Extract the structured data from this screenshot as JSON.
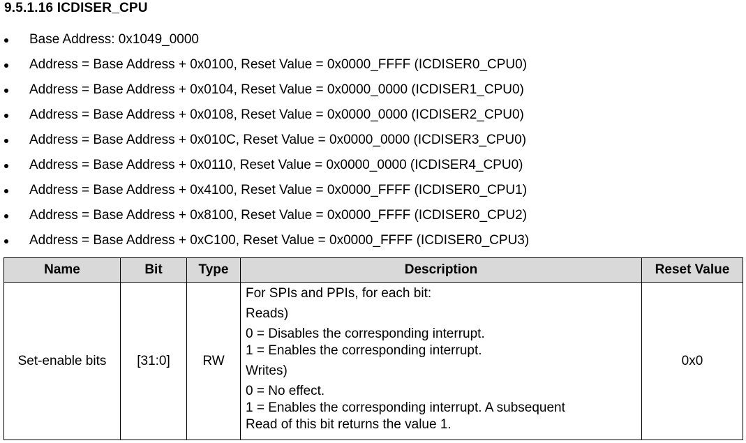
{
  "section_title": "9.5.1.16 ICDISER_CPU",
  "bullets": [
    "Base Address: 0x1049_0000",
    "Address = Base Address + 0x0100, Reset Value = 0x0000_FFFF (ICDISER0_CPU0)",
    "Address = Base Address + 0x0104, Reset Value = 0x0000_0000 (ICDISER1_CPU0)",
    "Address = Base Address + 0x0108, Reset Value = 0x0000_0000 (ICDISER2_CPU0)",
    "Address = Base Address + 0x010C, Reset Value = 0x0000_0000 (ICDISER3_CPU0)",
    "Address = Base Address + 0x0110, Reset Value = 0x0000_0000 (ICDISER4_CPU0)",
    "Address = Base Address + 0x4100, Reset Value = 0x0000_FFFF (ICDISER0_CPU1)",
    "Address = Base Address + 0x8100, Reset Value = 0x0000_FFFF (ICDISER0_CPU2)",
    "Address = Base Address + 0xC100, Reset Value = 0x0000_FFFF (ICDISER0_CPU3)"
  ],
  "table": {
    "headers": {
      "name": "Name",
      "bit": "Bit",
      "type": "Type",
      "description": "Description",
      "reset_value": "Reset Value"
    },
    "rows": [
      {
        "name": "Set-enable bits",
        "bit": "[31:0]",
        "type": "RW",
        "description": [
          "For SPIs and PPIs, for each bit:",
          "Reads)",
          "0 = Disables the corresponding interrupt.",
          "1 = Enables the corresponding interrupt.",
          "Writes)",
          "0 = No effect.",
          "1 = Enables the corresponding interrupt. A subsequent",
          "Read of this bit returns the value 1."
        ],
        "reset_value": "0x0"
      }
    ]
  },
  "colors": {
    "header_background": "#d9d9d9",
    "border": "#000000",
    "text": "#000000"
  }
}
